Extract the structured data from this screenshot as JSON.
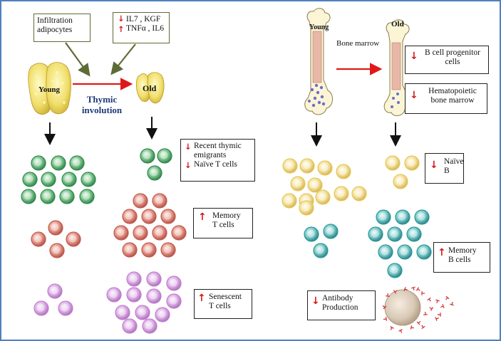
{
  "thymus": {
    "input_box_1": [
      "Infiltration",
      "adipocytes"
    ],
    "input_box_2": [
      "IL7 , KGF",
      "TNFα , IL6"
    ],
    "young_label": "Young",
    "old_label": "Old",
    "process_label": [
      "Thymic",
      "involution"
    ],
    "notes": {
      "recent": [
        "Recent thymic",
        "emigrants",
        "Naïve T cells"
      ],
      "memory": [
        "Memory",
        "T cells"
      ],
      "senescent": [
        "Senescent",
        "T cells"
      ]
    }
  },
  "bone_marrow": {
    "young_label": "Young",
    "old_label": "Old",
    "arrow_label": "Bone marrow",
    "notes": {
      "progenitor": [
        "B cell progenitor",
        "cells"
      ],
      "hematopoietic": [
        "Hematopoietic",
        "bone marrow"
      ],
      "naive_b": [
        "Naïve",
        "B"
      ],
      "memory_b": [
        "Memory",
        "B cells"
      ],
      "antibody": [
        "Antibody",
        "Production"
      ]
    }
  },
  "colors": {
    "naive_t": "#2f8a4e",
    "memory_t": "#c25a4e",
    "senescent_t": "#c27fd0",
    "naive_b": "#e6c95a",
    "memory_b": "#2c9a9c",
    "increase_decrease_arrow": "#d61b1b"
  }
}
